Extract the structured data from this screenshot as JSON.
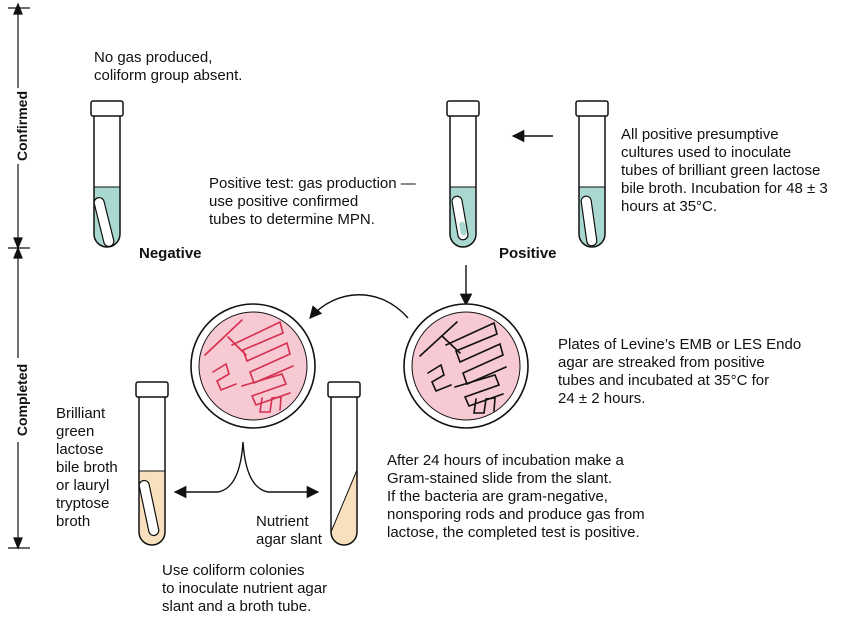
{
  "stages": {
    "confirmed": "Confirmed",
    "completed": "Completed"
  },
  "labels": {
    "no_gas": "No gas produced,\ncoliform group absent.",
    "positive_test": "Positive test: gas production —\nuse positive confirmed\ntubes to determine MPN.",
    "presumptive": "All positive presumptive\ncultures used to inoculate\ntubes of brilliant green lactose\nbile broth. Incubation for 48 ± 3\nhours at 35°C.",
    "negative": "Negative",
    "positive": "Positive",
    "plates": "Plates of Levine’s EMB or LES Endo\nagar are streaked from positive\ntubes and incubated at 35°C for\n24 ± 2 hours.",
    "broth": "Brilliant\ngreen\nlactose\nbile broth\nor lauryl\ntryptose\nbroth",
    "slant": "Nutrient\nagar slant",
    "gram": "After 24 hours of incubation make a\nGram-stained slide from the slant.\nIf the bacteria are gram-negative,\nnonsporing rods and produce gas from\nlactose, the completed test is positive.",
    "colonies": "Use coliform colonies\nto inoculate nutrient agar\nslant and a broth tube."
  },
  "colors": {
    "green_broth": "#a9d8d0",
    "agar_pink": "#f7c9d3",
    "streak_red": "#d6304e",
    "slant_cream": "#f8e0bf",
    "outline": "#111111"
  }
}
